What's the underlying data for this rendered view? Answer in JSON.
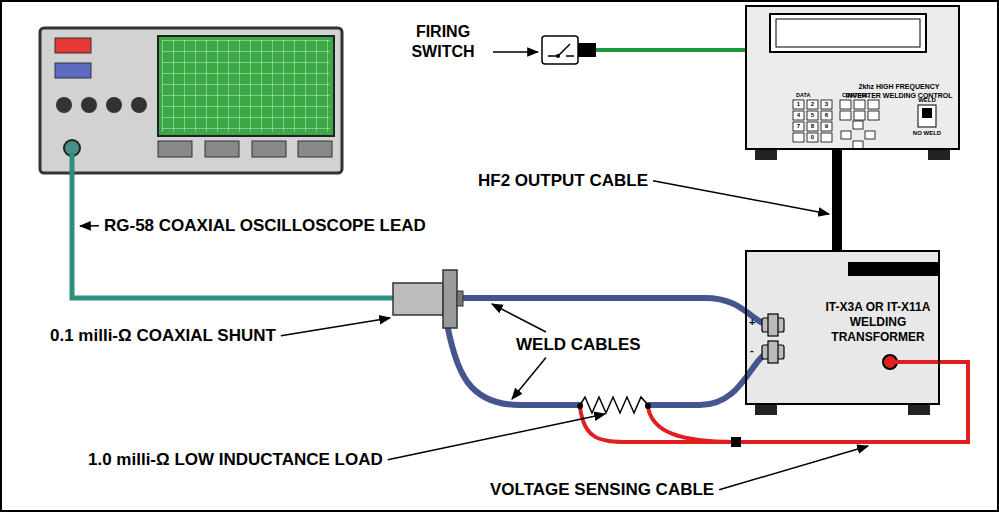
{
  "diagram": {
    "nodes": [
      {
        "text": [
          "2khz HIGH FREQUENCY INVERTER WELDING CONTROL"
        ]
      },
      {
        "text": [
          "IT-X3A OR IT-X11A WELDING TRANSFORMER"
        ]
      }
    ],
    "edges": [
      {
        "from": 0,
        "to": 1,
        "arrow": "none"
      }
    ],
    "labels": [
      "FIRING SWITCH",
      "HF2 OUTPUT CABLE",
      "RG-58 COAXIAL OSCILLOSCOPE LEAD",
      "0.1 milli-Ω COAXIAL SHUNT",
      "WELD CABLES",
      "1.0 milli-Ω LOW INDUCTANCE LOAD",
      "VOLTAGE SENSING CABLE",
      "+",
      "-",
      "DATA",
      "CONTROL",
      "1",
      "2",
      "3",
      "4",
      "5",
      "6",
      "7",
      "8",
      "9",
      "0",
      "WELD",
      "NO WELD"
    ]
  }
}
